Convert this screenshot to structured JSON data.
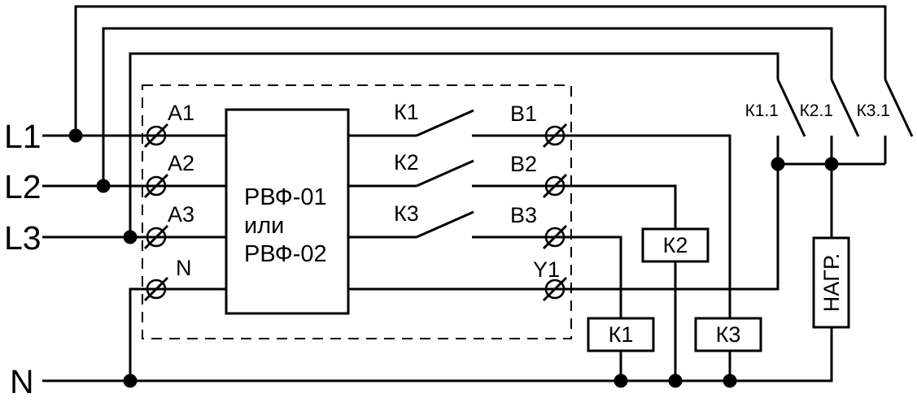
{
  "colors": {
    "ink": "#000000",
    "background": "#ffffff"
  },
  "rails": {
    "l1": "L1",
    "l2": "L2",
    "l3": "L3",
    "n": "N"
  },
  "device": {
    "model_line1": "РВФ-01",
    "model_line2": "или",
    "model_line3": "РВФ-02"
  },
  "terminals": {
    "inputs": {
      "a1": "А1",
      "a2": "А2",
      "a3": "А3",
      "n": "N"
    },
    "outputs": {
      "b1": "В1",
      "b2": "В2",
      "b3": "В3",
      "y1": "Y1"
    }
  },
  "contacts": {
    "internal": {
      "k1": "К1",
      "k2": "К2",
      "k3": "К3"
    },
    "external": {
      "k1_1": "К1.1",
      "k2_1": "К2.1",
      "k3_1": "К3.1"
    }
  },
  "coils": {
    "k1": "К1",
    "k2": "К2",
    "k3": "К3"
  },
  "load": {
    "label": "НАГР."
  }
}
